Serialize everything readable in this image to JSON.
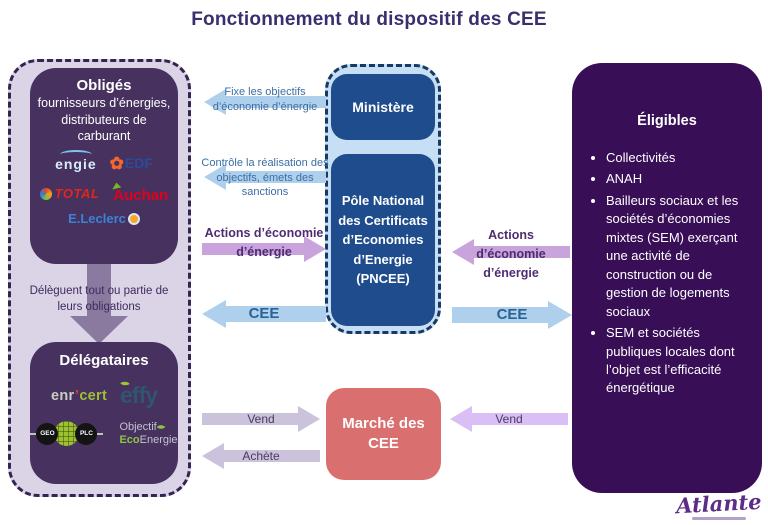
{
  "title": "Fonctionnement du dispositif des CEE",
  "obliges": {
    "title": "Obligés",
    "subtitle": "fournisseurs d’énergies, distributeurs de carburant",
    "logos": {
      "engie": "engie",
      "edf": "EDF",
      "total": "TOTAL",
      "auchan": "Auchan",
      "leclerc": "E.Leclerc"
    }
  },
  "delegation_arrow_label": "Délèguent tout ou partie de leurs obligations",
  "delegataires": {
    "title": "Délégataires",
    "logos": {
      "enrcert": {
        "part1": "enr",
        "tick": "’",
        "part2": "cert"
      },
      "effy": "effy",
      "geo": "GEO",
      "plc": "PLC",
      "objectif": {
        "part1": "Objectif",
        "part2": "Eco",
        "part3": "Energie"
      }
    }
  },
  "ministere": {
    "label": "Ministère"
  },
  "pncee": {
    "label": "Pôle National des Certificats d’Economies d’Energie (PNCEE)"
  },
  "marche": {
    "label": "Marché des CEE"
  },
  "eligibles": {
    "title": "Éligibles",
    "items": [
      "Collectivités",
      "ANAH",
      "Bailleurs sociaux et les sociétés d’économies mixtes (SEM) exerçant une activité de construction ou de gestion de logements sociaux",
      "SEM et sociétés publiques locales dont l’objet est l’efficacité énergétique"
    ]
  },
  "arrows": {
    "fixe": "Fixe les objectifs d’économie d’énergie",
    "controle": "Contrôle la réalisation des objectifs, émets des sanctions",
    "actions_left": "Actions d’économie d’énergie",
    "cee_left": "CEE",
    "actions_right": "Actions d’économie d’énergie",
    "cee_right": "CEE",
    "vend_left": "Vend",
    "achete": "Achète",
    "vend_right": "Vend"
  },
  "footer": {
    "brand": "Atlante"
  },
  "colors": {
    "title-color": "#3A2F6E",
    "purple-box": "#46315F",
    "purple-outer-bg": "#DBD3E6",
    "purple-outer-border": "#332452",
    "eligibles-bg": "#380E56",
    "blue-box": "#1E4C8C",
    "blue-outer-bg": "#C7DFF5",
    "blue-outer-border": "#173A63",
    "arrow-blue": "#AFD0EC",
    "arrow-purple": "#C8A3DC",
    "arrow-lavender": "#CBC2DB",
    "arrow-violet": "#D9BFF5",
    "big-arrow": "#8A7AA0",
    "marche-bg": "#D9706F",
    "atlante": "#5C2D87"
  }
}
